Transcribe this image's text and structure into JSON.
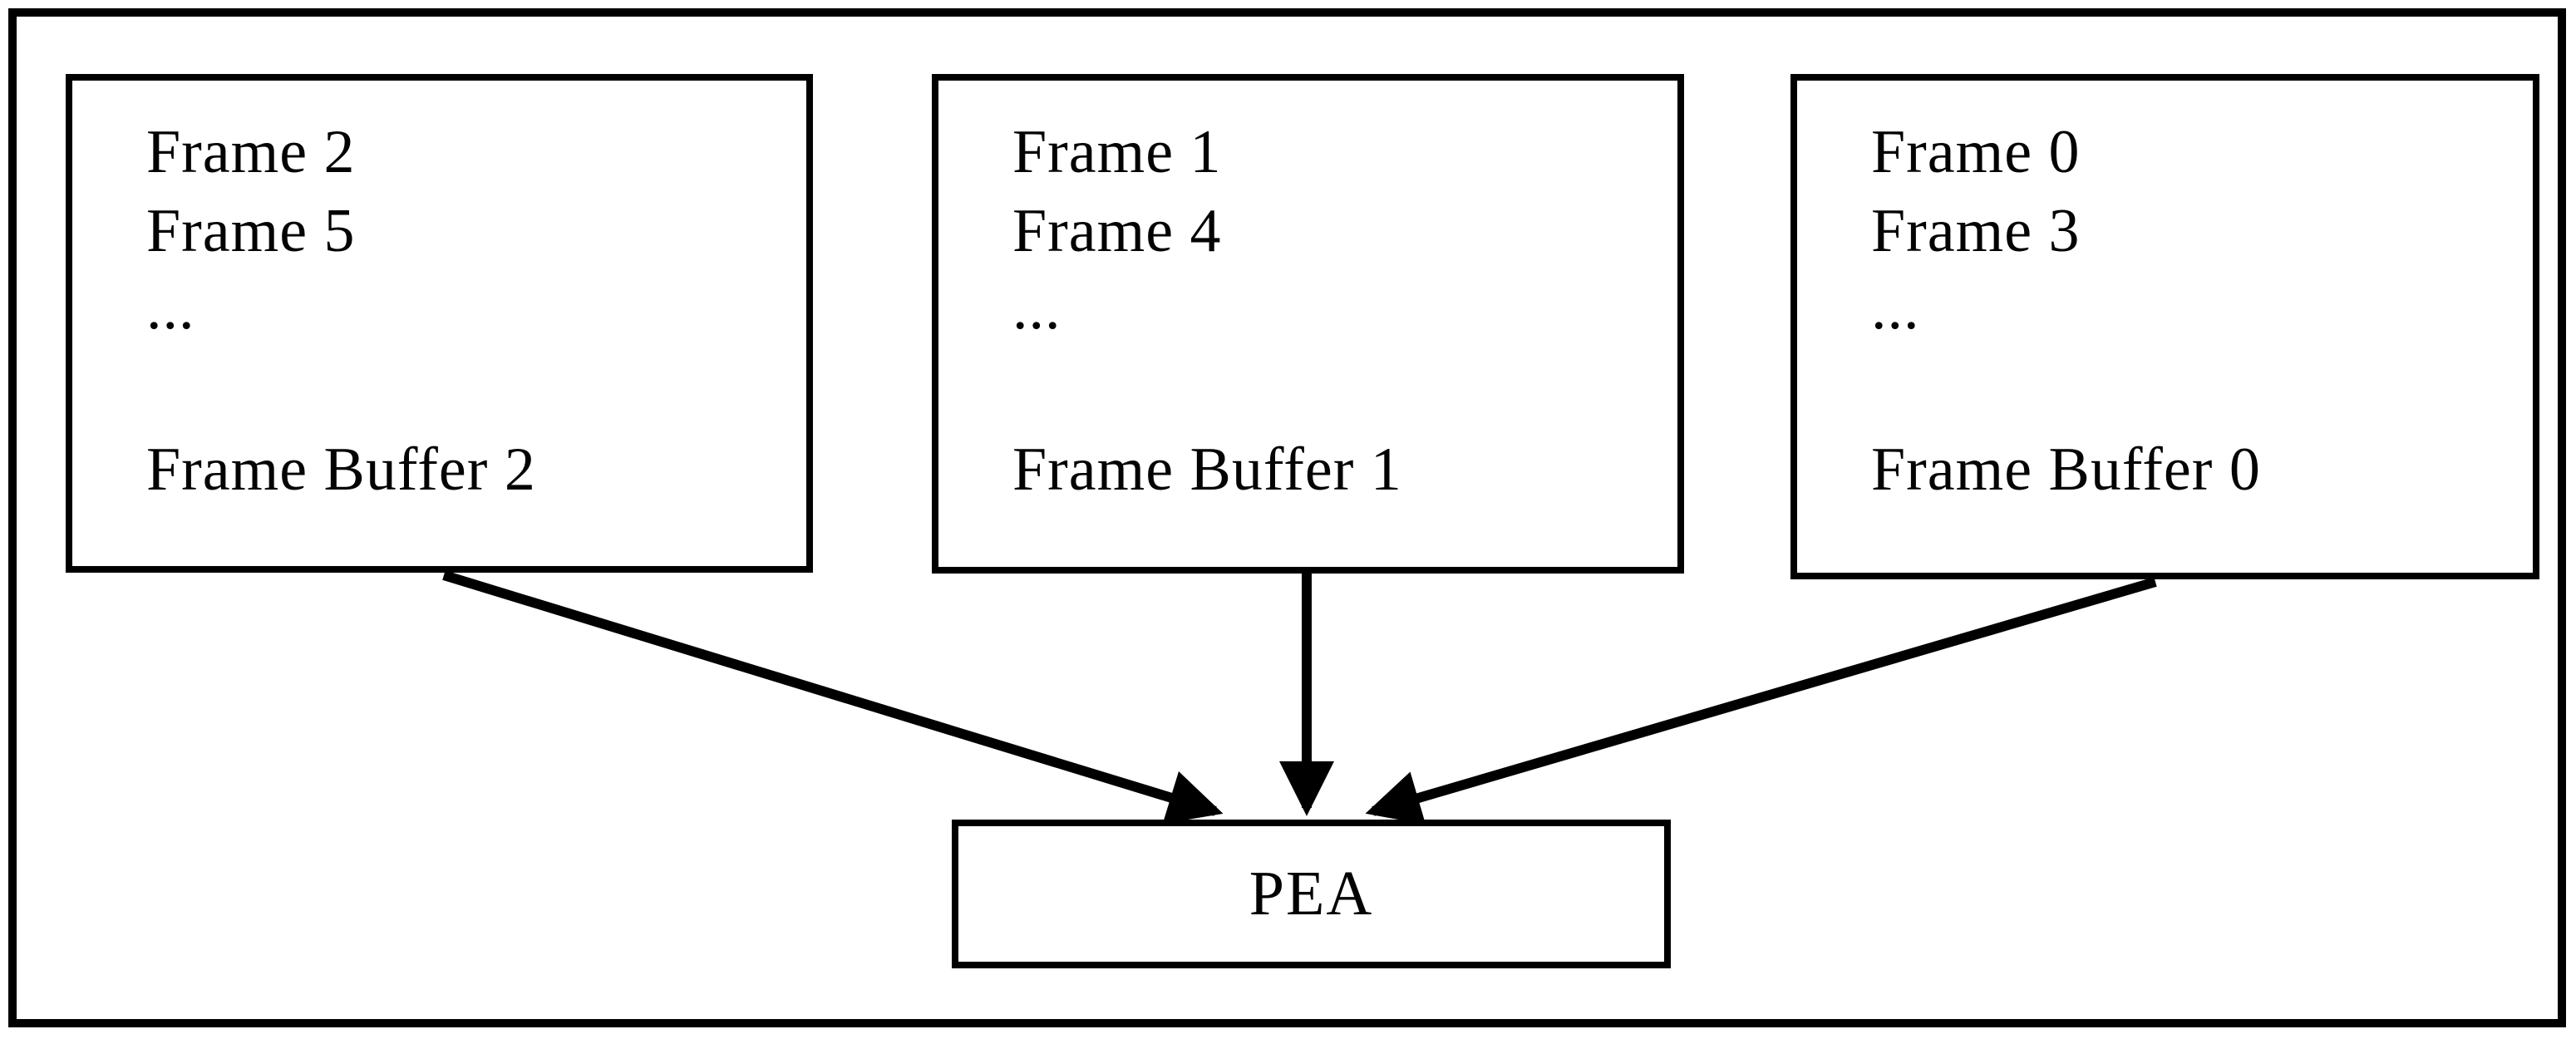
{
  "diagram": {
    "frame_buffers": [
      {
        "id": "frame-buffer-2",
        "lines": [
          "Frame 2",
          "Frame 5",
          "...",
          "Frame Buffer 2"
        ]
      },
      {
        "id": "frame-buffer-1",
        "lines": [
          "Frame 1",
          "Frame 4",
          "...",
          "Frame Buffer 1"
        ]
      },
      {
        "id": "frame-buffer-0",
        "lines": [
          "Frame 0",
          "Frame 3",
          "...",
          "Frame Buffer 0"
        ]
      }
    ],
    "pea": {
      "label": "PEA"
    },
    "colors": {
      "line": "#000000",
      "background": "#ffffff",
      "text": "#030303"
    }
  }
}
